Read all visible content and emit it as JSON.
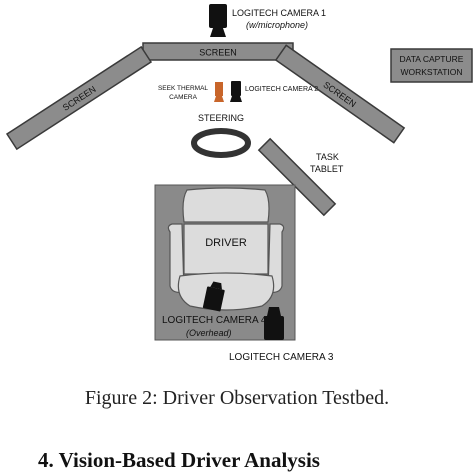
{
  "diagram": {
    "labels": {
      "camera1": "LOGITECH CAMERA 1",
      "camera1_note": "(w/microphone)",
      "screen_top": "SCREEN",
      "screen_left": "SCREEN",
      "screen_right": "SCREEN",
      "workstation_line1": "DATA CAPTURE",
      "workstation_line2": "WORKSTATION",
      "thermal_line1": "SEEK THERMAL",
      "thermal_line2": "CAMERA",
      "camera2": "LOGITECH CAMERA 2",
      "steering": "STEERING",
      "tablet_line1": "TASK",
      "tablet_line2": "TABLET",
      "driver": "DRIVER",
      "camera4": "LOGITECH CAMERA 4",
      "camera4_note": "(Overhead)",
      "camera3": "LOGITECH CAMERA 3"
    },
    "colors": {
      "panel": "#8c8c8c",
      "panel_stroke": "#3a3a3a",
      "floor": "#8a8a8a",
      "seat": "#dcdcdc",
      "camera": "#111111",
      "thermal": "#c8652a"
    }
  },
  "caption": "Figure 2: Driver Observation Testbed.",
  "section_heading": "4. Vision-Based Driver Analysis"
}
